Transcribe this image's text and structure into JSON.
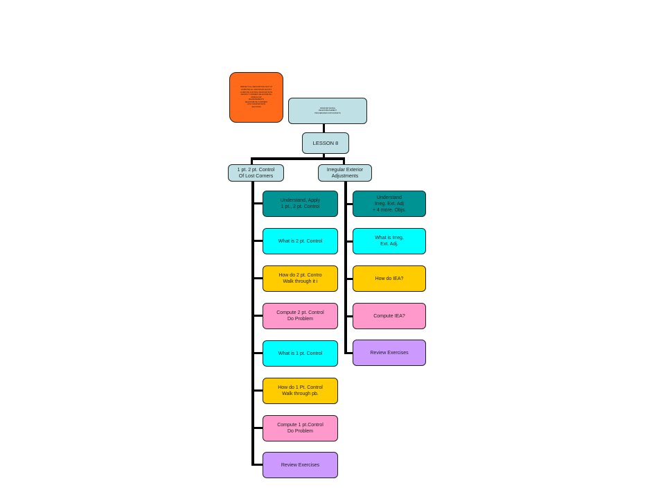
{
  "colors": {
    "orange": "#ff6a1a",
    "lightblue": "#bfe0e4",
    "teal": "#009393",
    "cyan": "#00ffff",
    "yellow": "#ffcc00",
    "pink": "#ff99cc",
    "purple": "#cc99ff",
    "line": "#000000"
  },
  "note_box": {
    "lines": "PERFECT ALL DESCRIPTIVE TEXT AT\nCOMPUTE ALL DISTANCES ADJUST\nCOMPUTE CONTROL PROPORTIONS\nIDENTIFY CORNERS RE-ESTABLISH\nIRREGULAR\nMEASUREMENTS\nRE-ESTABLISH CORNERS\nLOST PROPORTIONS\nSECTIONS"
  },
  "top_box": {
    "lines": "PROPORTIONING\nRE-ESTABLISHMENT\nPROCEDURES FOR SURVEYS"
  },
  "lesson": "LESSON 8",
  "branches": [
    {
      "label": "1 pt. 2 pt. Control\nOf Lost Corners",
      "items": [
        {
          "label": "Understand, Apply\n1 pt., 2 pt. Control"
        },
        {
          "label": "What is 2 pt. Control"
        },
        {
          "label": "How do 2 pt. Contro\nWalk through it i"
        },
        {
          "label": "Compute 2 pt. Control\nDo Problem"
        },
        {
          "label": "What is 1 pt. Control"
        },
        {
          "label": "How do 1 Pt. Control\nWalk through pb."
        },
        {
          "label": "Compute 1 pt.Control\nDo Problem"
        },
        {
          "label": "Review Exercises"
        }
      ]
    },
    {
      "label": "Irregular Exterior\nAdjustments",
      "items": [
        {
          "label": "Understand\nIrreg. Ext. Adj\n+ 4 more. Objs."
        },
        {
          "label": "What is Irreg.\nExt. Adj."
        },
        {
          "label": "How do IEA?"
        },
        {
          "label": "Compute IEA?"
        },
        {
          "label": "Review Exercises"
        }
      ]
    }
  ]
}
